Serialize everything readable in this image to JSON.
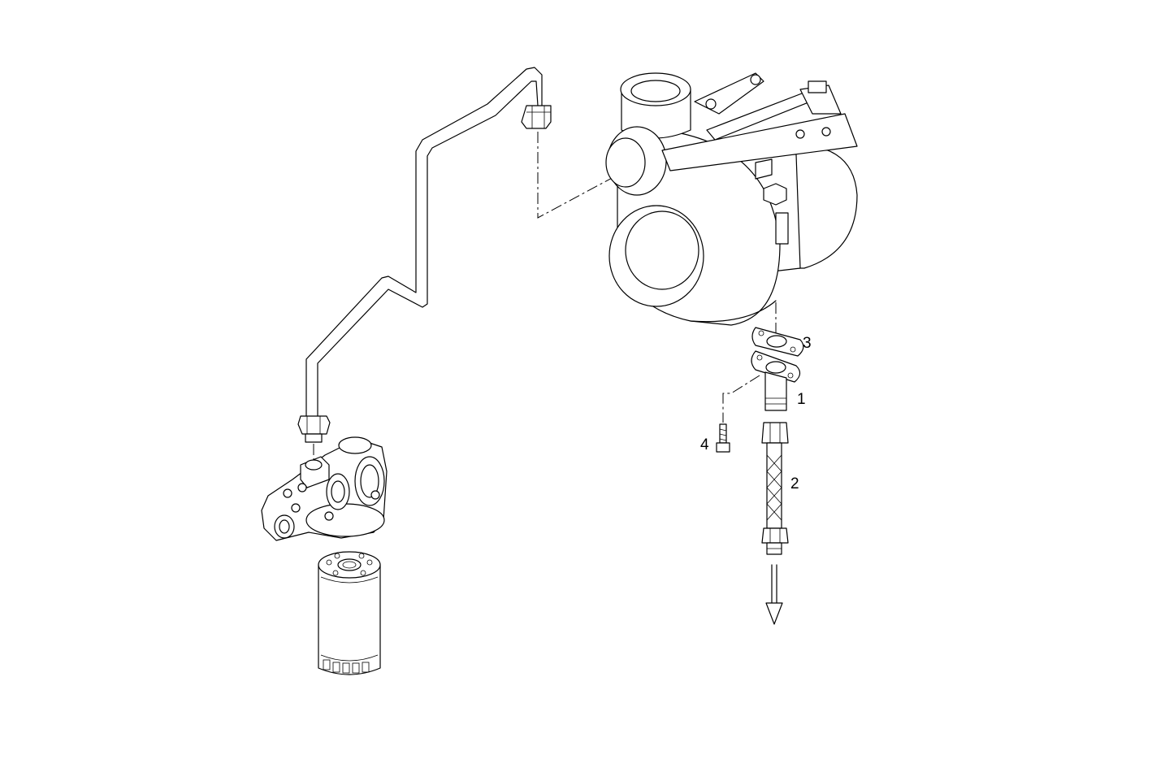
{
  "callouts": {
    "c1": "1",
    "c2": "2",
    "c3": "3",
    "c4": "4"
  },
  "parts": [
    {
      "ref": "1",
      "name": "oil-drain-pipe"
    },
    {
      "ref": "2",
      "name": "oil-drain-hose"
    },
    {
      "ref": "3",
      "name": "gasket"
    },
    {
      "ref": "4",
      "name": "bolt"
    }
  ]
}
